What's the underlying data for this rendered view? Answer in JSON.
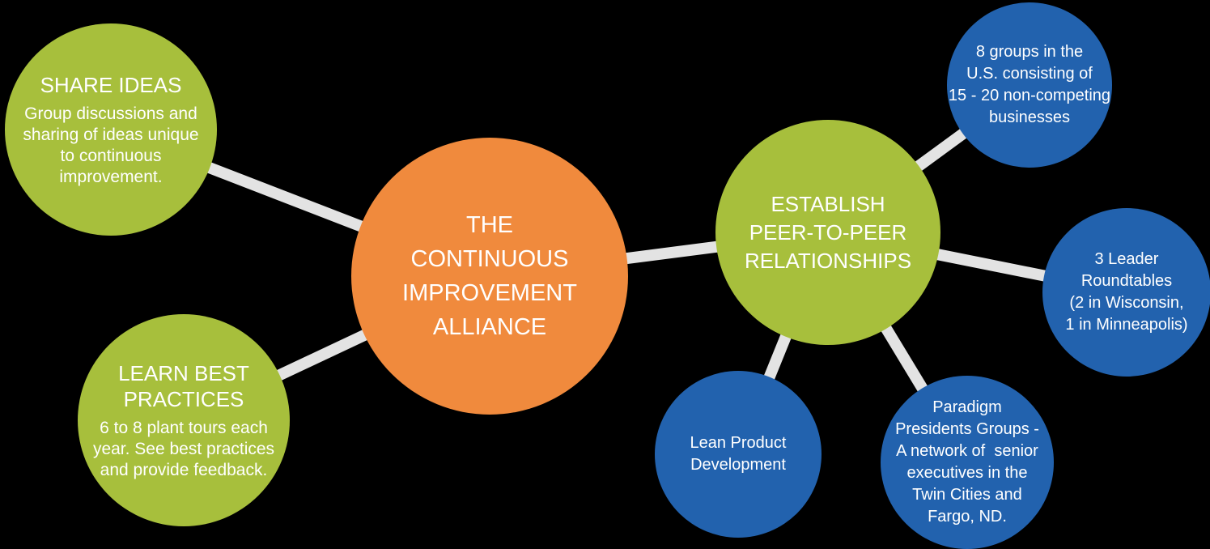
{
  "diagram": {
    "background_color": "#000000",
    "connector_color": "#e3e3e3",
    "text_color": "#ffffff",
    "colors": {
      "hub_orange": "#f08a3d",
      "category_green": "#a7bf3c",
      "detail_blue": "#2262ae"
    },
    "nodes": {
      "center": {
        "name": "The Continuous Improvement Alliance",
        "color": "#f08a3d",
        "title_lines": [
          "THE",
          "CONTINUOUS",
          "IMPROVEMENT",
          "ALLIANCE"
        ]
      },
      "share_ideas": {
        "name": "Share Ideas",
        "color": "#a7bf3c",
        "title_lines": [
          "SHARE IDEAS"
        ],
        "body_lines": [
          "Group discussions and",
          "sharing of ideas unique",
          "to continuous",
          "improvement."
        ]
      },
      "learn_best_practices": {
        "name": "Learn Best Practices",
        "color": "#a7bf3c",
        "title_lines": [
          "LEARN BEST",
          "PRACTICES"
        ],
        "body_lines": [
          "6 to 8 plant tours each",
          "year. See best practices",
          "and provide feedback."
        ]
      },
      "establish_peer_to_peer": {
        "name": "Establish Peer-to-Peer Relationships",
        "color": "#a7bf3c",
        "title_lines": [
          "ESTABLISH",
          "PEER-TO-PEER",
          "RELATIONSHIPS"
        ]
      },
      "groups_8": {
        "name": "8 Groups in the U.S.",
        "color": "#2262ae",
        "body_lines": [
          "8 groups in the",
          "U.S. consisting of",
          "15 - 20 non-competing",
          "businesses"
        ]
      },
      "leader_roundtables": {
        "name": "3 Leader Roundtables",
        "color": "#2262ae",
        "body_lines": [
          "3 Leader",
          "Roundtables",
          "(2 in Wisconsin,",
          "1 in Minneapolis)"
        ]
      },
      "lean_product_development": {
        "name": "Lean Product Development",
        "color": "#2262ae",
        "body_lines": [
          "Lean Product",
          "Development"
        ]
      },
      "paradigm_presidents_groups": {
        "name": "Paradigm Presidents Groups",
        "color": "#2262ae",
        "body_lines": [
          "Paradigm",
          "Presidents Groups -",
          "A network of  senior",
          "executives in the",
          "Twin Cities and",
          "Fargo, ND."
        ]
      }
    },
    "connections": [
      {
        "from": "share_ideas",
        "to": "center"
      },
      {
        "from": "learn_best_practices",
        "to": "center"
      },
      {
        "from": "center",
        "to": "establish_peer_to_peer"
      },
      {
        "from": "establish_peer_to_peer",
        "to": "groups_8"
      },
      {
        "from": "establish_peer_to_peer",
        "to": "leader_roundtables"
      },
      {
        "from": "establish_peer_to_peer",
        "to": "lean_product_development"
      },
      {
        "from": "establish_peer_to_peer",
        "to": "paradigm_presidents_groups"
      }
    ]
  }
}
